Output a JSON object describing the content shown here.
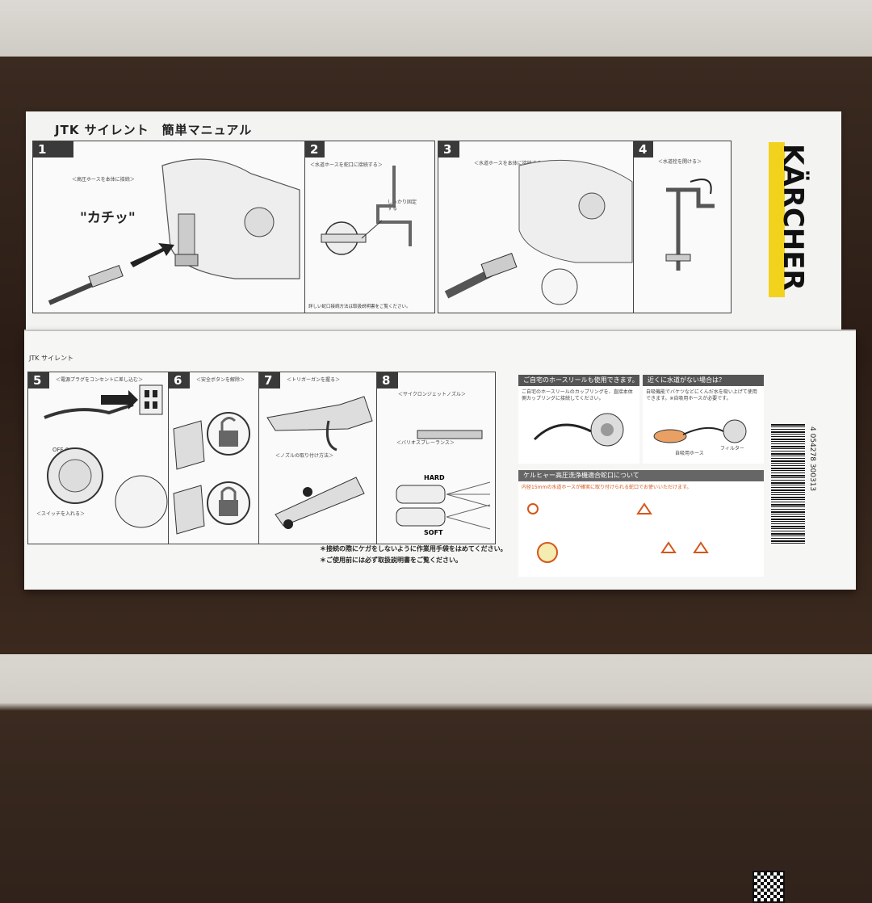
{
  "top_panel": {
    "title": "JTK サイレント　簡単マニュアル",
    "steps": [
      {
        "num": "1",
        "callout": "\"カチッ\"",
        "note": "＜高圧ホースを本体に接続＞"
      },
      {
        "num": "2",
        "note": "＜水道ホースを蛇口に接続する＞",
        "side": "しっかり固定する",
        "caption": "詳しい蛇口接続方法は取扱説明書をご覧ください。"
      },
      {
        "num": "3",
        "note": "＜水道ホースを本体に接続する＞"
      },
      {
        "num": "4",
        "note": "＜水道栓を開ける＞"
      }
    ]
  },
  "brand": {
    "text": "KÄRCHER",
    "color": "#f2d21c"
  },
  "bottom_panel": {
    "subtitle": "JTK サイレント",
    "steps": [
      {
        "num": "5",
        "note": "＜電源プラグをコンセントに差し込む＞",
        "label2": "＜スイッチを入れる＞",
        "dial": "OFF 0"
      },
      {
        "num": "6",
        "note": "＜安全ボタンを解除＞"
      },
      {
        "num": "7",
        "note": "＜トリガーガンを握る＞",
        "label2": "＜ノズルの取り付け方法＞"
      },
      {
        "num": "8",
        "note": "＜サイクロンジェットノズル＞",
        "label2": "＜バリオスプレーランス＞",
        "hard": "HARD",
        "soft": "SOFT"
      }
    ],
    "warnings": [
      "＊接続の際にケガをしないように作業用手袋をはめてください。",
      "＊ご使用前には必ず取扱説明書をご覧ください。"
    ],
    "info1": {
      "head": "ご自宅のホースリールも使用できます。",
      "body": "ご自宅のホースリールのカップリングを、直接本体側カップリングに接続してください。"
    },
    "info2": {
      "head": "近くに水道がない場合は？",
      "body": "自吸機能でバケツなどにくんだ水を吸い上げて使用できます。※自吸用ホースが必要です。",
      "label1": "自吸用ホース",
      "label2": "フィルター"
    },
    "info3": {
      "head": "ケルヒャー高圧洗浄機適合蛇口について",
      "body": "内径15mmの水道ホースが確実に取り付けられる蛇口でお使いいただけます。"
    },
    "barcode": "4 054278 300313"
  }
}
